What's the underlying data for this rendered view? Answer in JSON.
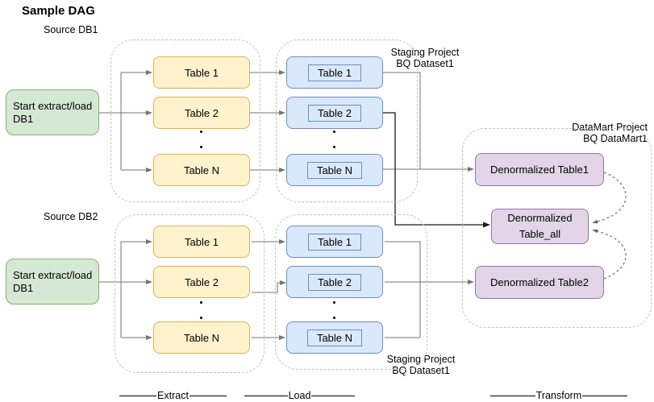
{
  "title": "Sample DAG",
  "colors": {
    "green_fill": "#d5e8d4",
    "green_border": "#82b366",
    "yellow_fill": "#fff2cc",
    "yellow_border": "#d6b656",
    "blue_fill": "#dae8fc",
    "blue_border": "#6c8ebf",
    "purple_fill": "#e1d5e7",
    "purple_border": "#9673a6",
    "connector_gray": "#757575",
    "connector_black": "#000000",
    "container_dash": "#c3c3c3",
    "curve_dash": "#666666"
  },
  "db1": {
    "source_label": "Source DB1",
    "start_node": "Start extract/load DB1",
    "extract_tables": [
      "Table 1",
      "Table 2",
      "Table N"
    ],
    "load_tables": [
      "Table 1",
      "Table 2",
      "Table N"
    ],
    "staging_line1": "Staging Project",
    "staging_line2": "BQ Dataset1"
  },
  "db2": {
    "source_label": "Source DB2",
    "start_node": "Start extract/load DB1",
    "extract_tables": [
      "Table 1",
      "Table 2",
      "Table N"
    ],
    "load_tables": [
      "Table 1",
      "Table 2",
      "Table N"
    ],
    "staging_line1": "Staging Project",
    "staging_line2": "BQ Dataset1"
  },
  "datamart": {
    "label_line1": "DataMart Project",
    "label_line2": "BQ DataMart1",
    "denormalized_table1": "Denormalized Table1",
    "denormalized_table_all_line1": "Denormalized",
    "denormalized_table_all_line2": "Table_all",
    "denormalized_table2": "Denormalized Table2"
  },
  "stage_labels": {
    "extract": "Extract",
    "load": "Load",
    "transform": "Transform"
  }
}
